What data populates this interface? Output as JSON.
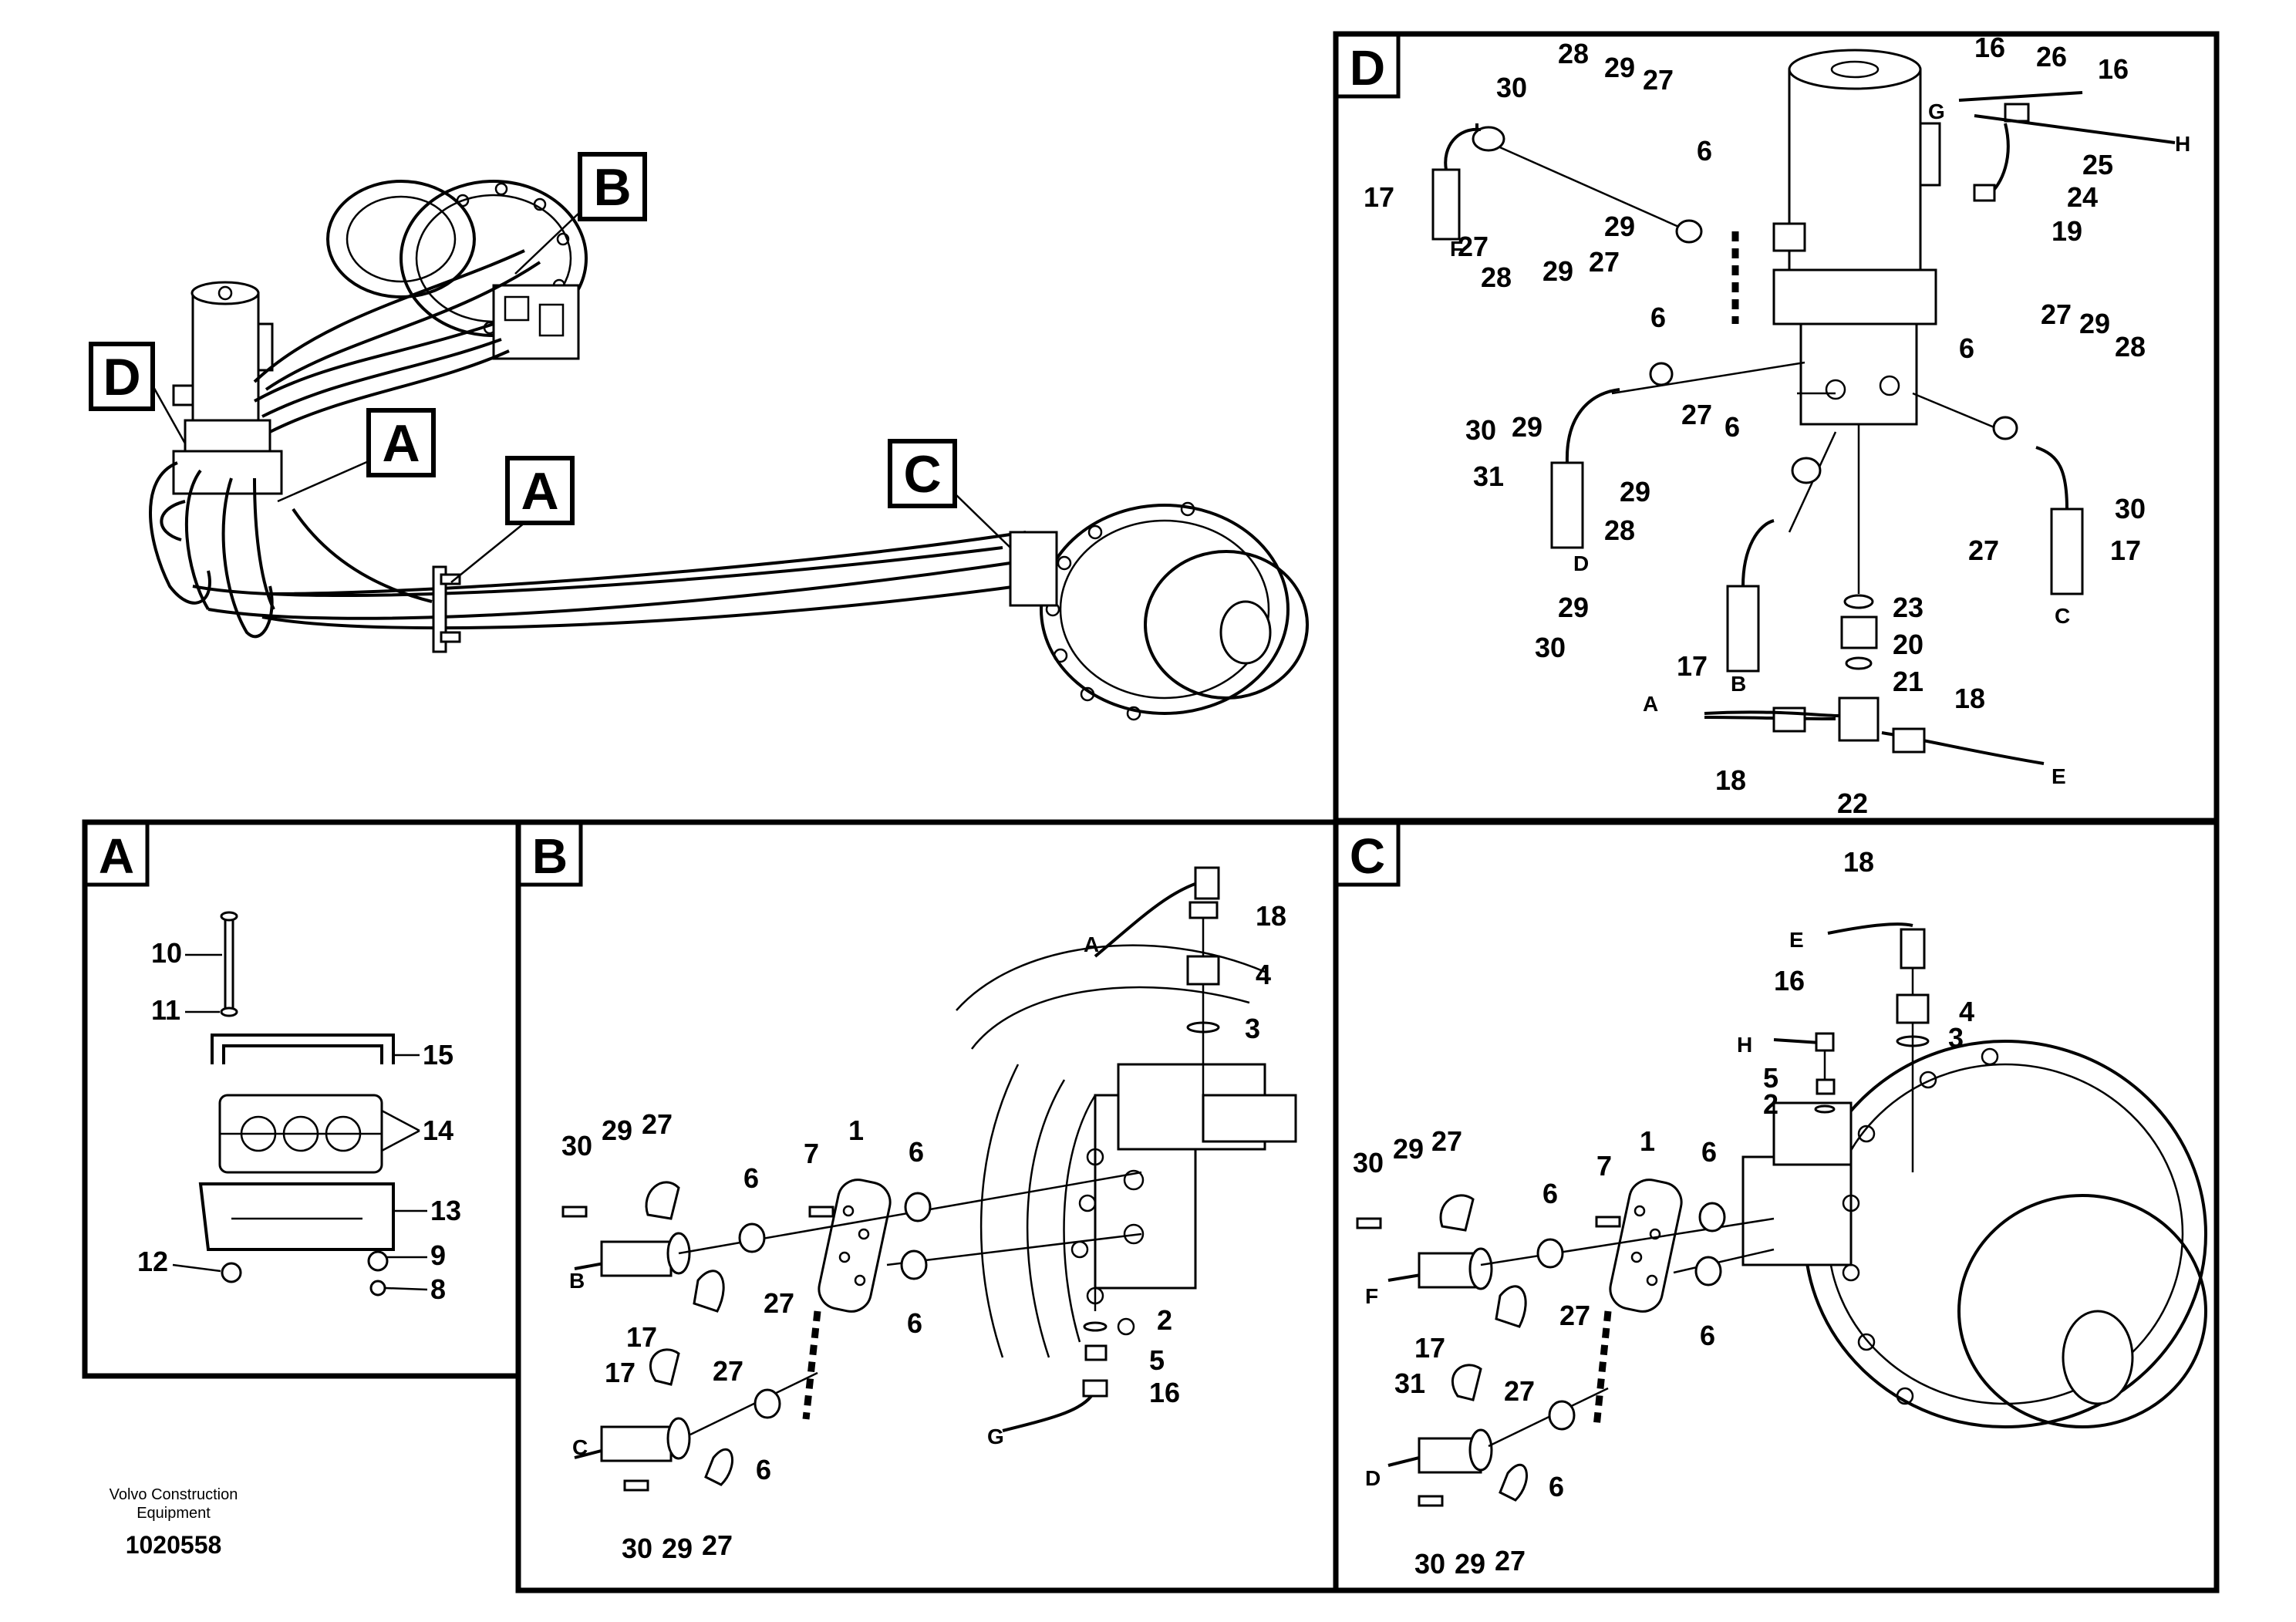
{
  "overview": {
    "callouts": [
      "D",
      "B",
      "A",
      "A",
      "C"
    ]
  },
  "panel_d": {
    "letter": "D",
    "numbers": [
      "28",
      "29",
      "27",
      "30",
      "17",
      "27",
      "29",
      "6",
      "16",
      "26",
      "16",
      "25",
      "24",
      "19",
      "28",
      "29",
      "27",
      "6",
      "30",
      "29",
      "31",
      "27",
      "29",
      "28",
      "29",
      "30",
      "6",
      "17",
      "6",
      "27",
      "29",
      "28",
      "30",
      "17",
      "27",
      "23",
      "20",
      "21",
      "18",
      "18",
      "22"
    ],
    "letters": [
      "F",
      "G",
      "H",
      "D",
      "B",
      "C",
      "A",
      "E"
    ]
  },
  "panel_a": {
    "letter": "A",
    "numbers": [
      "10",
      "11",
      "15",
      "14",
      "13",
      "12",
      "9",
      "8"
    ]
  },
  "panel_b": {
    "letter": "B",
    "numbers": [
      "18",
      "4",
      "3",
      "30",
      "29",
      "27",
      "7",
      "1",
      "6",
      "6",
      "6",
      "27",
      "17",
      "17",
      "27",
      "6",
      "30",
      "29",
      "27",
      "2",
      "5",
      "16"
    ],
    "letters": [
      "A",
      "B",
      "C",
      "G"
    ]
  },
  "panel_c": {
    "letter": "C",
    "numbers": [
      "18",
      "16",
      "4",
      "3",
      "5",
      "2",
      "30",
      "29",
      "27",
      "7",
      "1",
      "6",
      "6",
      "6",
      "27",
      "17",
      "31",
      "27",
      "6",
      "30",
      "29",
      "27"
    ],
    "letters": [
      "E",
      "H",
      "F",
      "D"
    ]
  },
  "footer": {
    "brand_line1": "Volvo Construction",
    "brand_line2": "Equipment",
    "doc_number": "1020558"
  }
}
